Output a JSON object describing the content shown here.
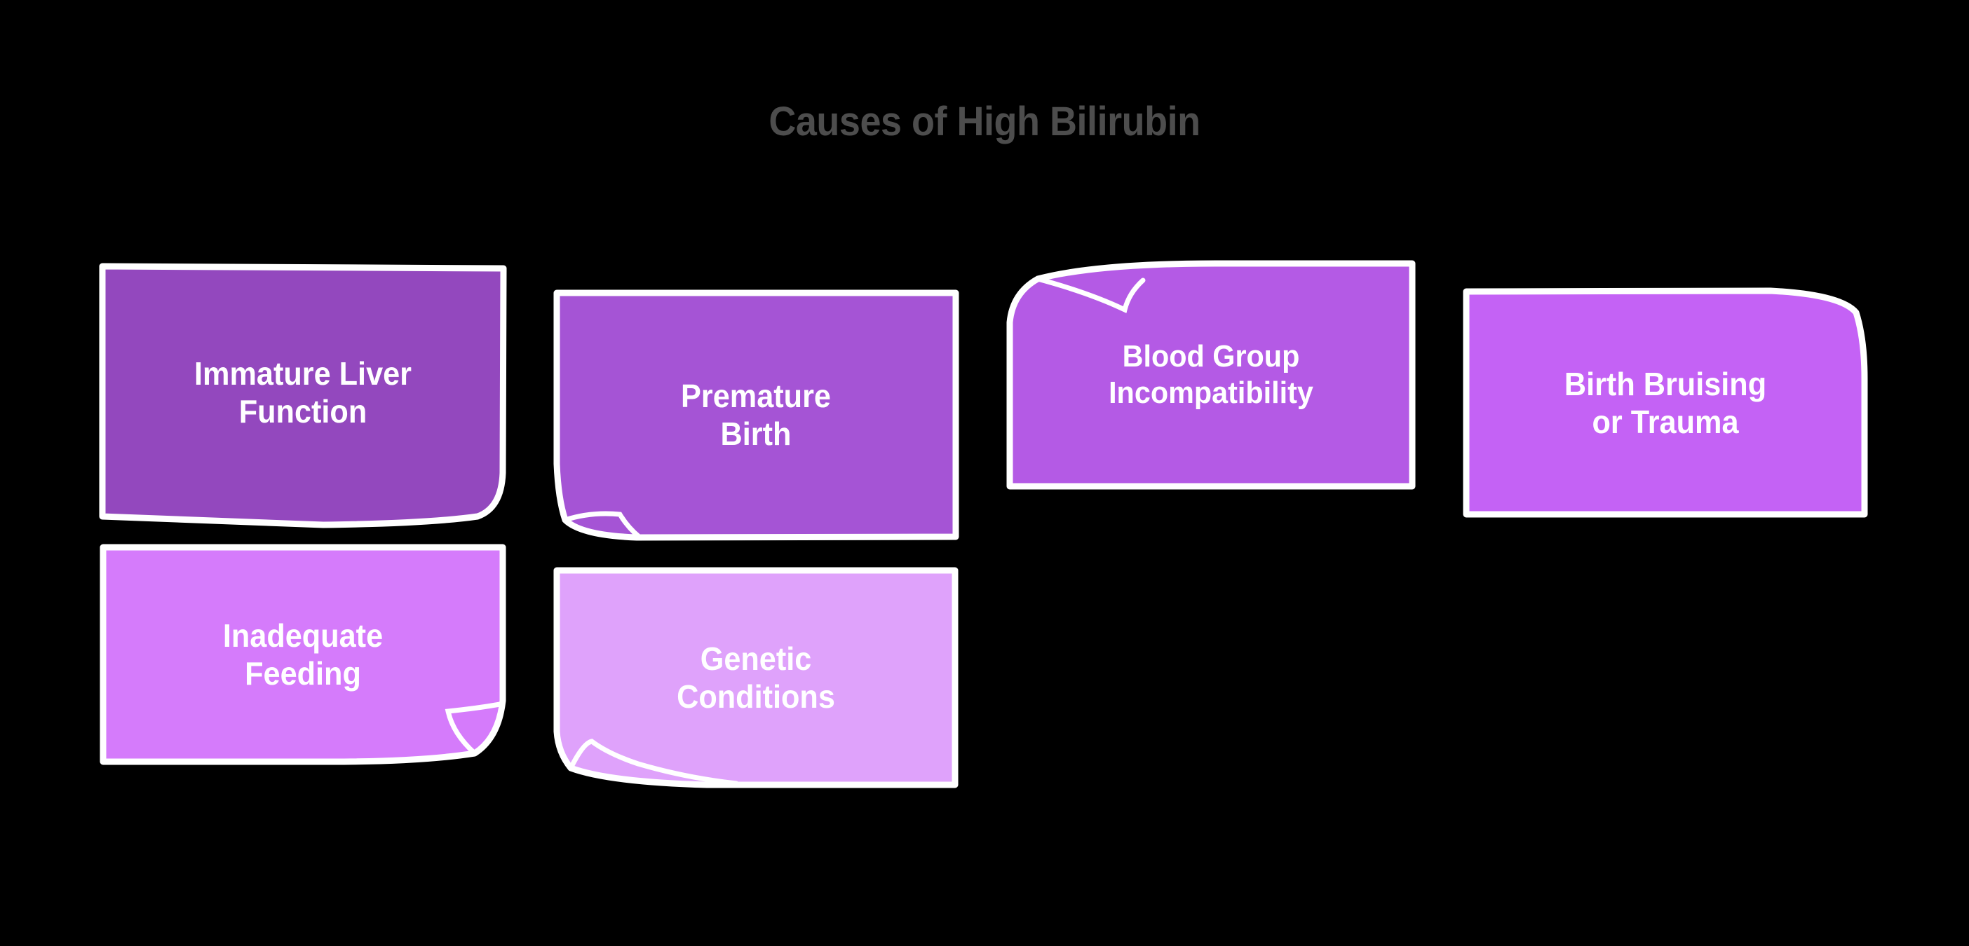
{
  "title": "Causes of High Bilirubin",
  "title_color": "#4d4d4d",
  "background_color": "#000000",
  "stroke_color": "#ffffff",
  "text_color": "#ffffff",
  "chart_data": {
    "type": "diagram",
    "title": "Causes of High Bilirubin",
    "subtype": "sketch-style node list",
    "node_count": 6,
    "rows": [
      4,
      2
    ],
    "nodes": [
      {
        "label": "Immature Liver Function",
        "line1": "Immature Liver",
        "line2": "Function",
        "color": "#9348be",
        "curl": "bottom-right",
        "row": 1,
        "col": 1
      },
      {
        "label": "Premature Birth",
        "line1": "Premature",
        "line2": "Birth",
        "color": "#a554d5",
        "curl": "bottom-left",
        "row": 1,
        "col": 2
      },
      {
        "label": "Blood Group Incompatibility",
        "line1": "Blood Group",
        "line2": "Incompatibility",
        "color": "#b45ae5",
        "curl": "top-left",
        "row": 1,
        "col": 3
      },
      {
        "label": "Birth Bruising or Trauma",
        "line1": "Birth Bruising",
        "line2": "or Trauma",
        "color": "#c462f5",
        "curl": "top-right",
        "row": 1,
        "col": 4
      },
      {
        "label": "Inadequate Feeding",
        "line1": "Inadequate",
        "line2": "Feeding",
        "color": "#d57bfb",
        "curl": "bottom-right",
        "row": 2,
        "col": 1
      },
      {
        "label": "Genetic Conditions",
        "line1": "Genetic",
        "line2": "Conditions",
        "color": "#dfa2fb",
        "curl": "bottom-left",
        "row": 2,
        "col": 2
      }
    ]
  }
}
